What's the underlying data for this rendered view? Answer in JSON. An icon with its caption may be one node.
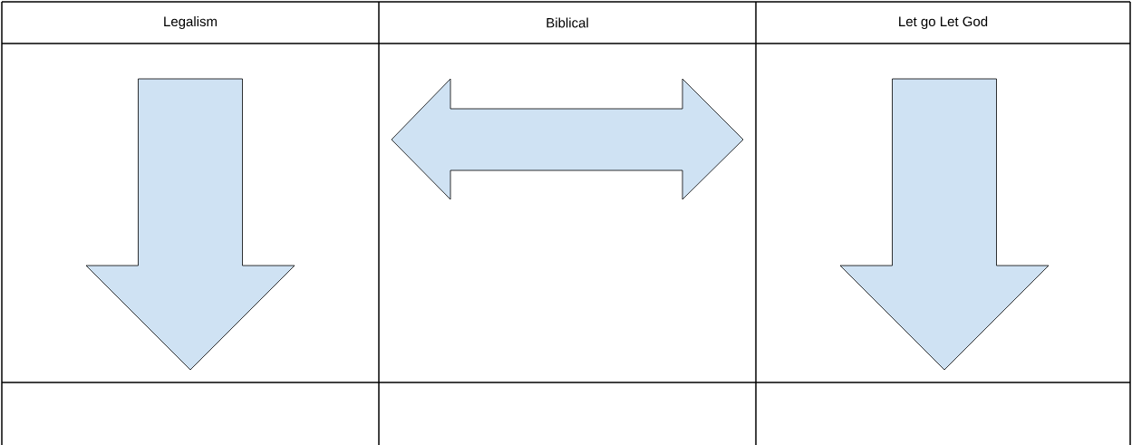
{
  "diagram": {
    "labels": [
      "Legalism",
      "Biblical",
      "Let go Let God"
    ]
  }
}
